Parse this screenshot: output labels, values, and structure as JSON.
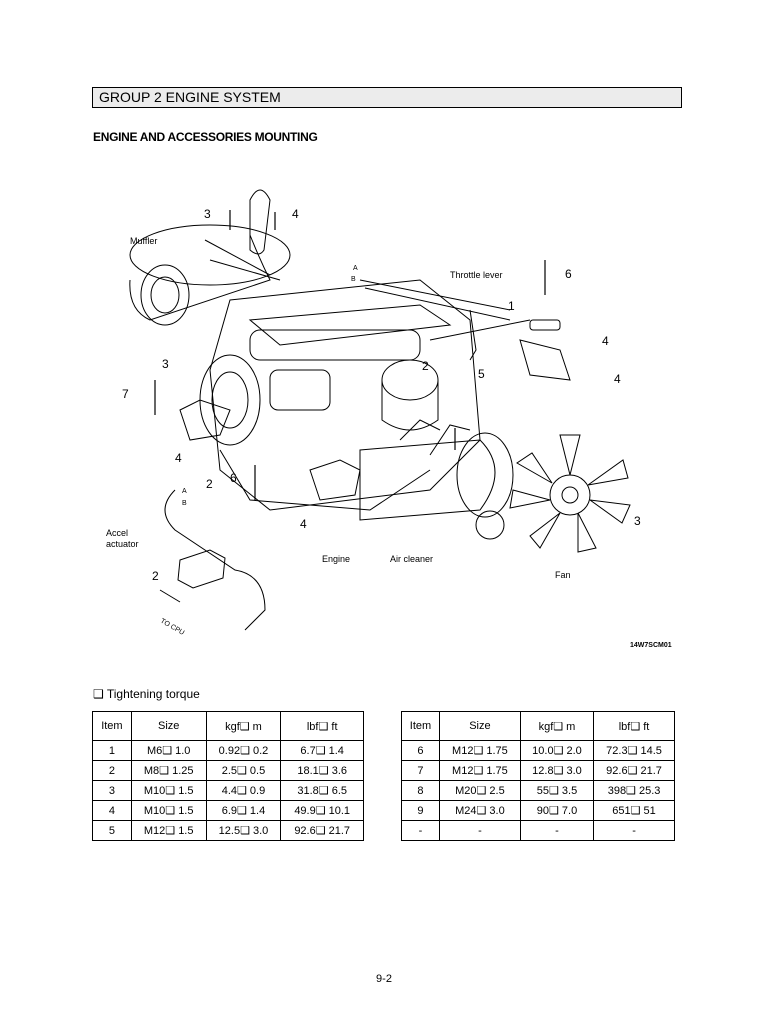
{
  "header": {
    "group_title": "GROUP  2  ENGINE SYSTEM"
  },
  "section": {
    "title": "ENGINE AND ACCESSORIES MOUNTING"
  },
  "diagram": {
    "labels": {
      "muffler": "Muffler",
      "throttle_lever": "Throttle lever",
      "accel_actuator_line1": "Accel",
      "accel_actuator_line2": "actuator",
      "engine": "Engine",
      "air_cleaner": "Air cleaner",
      "fan": "Fan",
      "to_ecu": "TO CPU",
      "a": "A",
      "b": "B"
    },
    "callouts": {
      "c3_top": "3",
      "c4_top": "4",
      "c6_top": "6",
      "c1": "1",
      "c4_r1": "4",
      "c3_left": "3",
      "c7": "7",
      "c2_mid": "2",
      "c5": "5",
      "c4_r2": "4",
      "c4_left": "4",
      "c2_left": "2",
      "c6_mid": "6",
      "c4_bottom": "4",
      "c3_fan": "3",
      "c2_act": "2"
    },
    "figure_code": "14W7SCM01"
  },
  "torque": {
    "heading": "❑ Tightening torque",
    "columns": [
      "Item",
      "Size",
      "kgf❑ m",
      "lbf❑ ft"
    ],
    "left_rows": [
      [
        "1",
        "M6❑ 1.0",
        "0.92❑ 0.2",
        "6.7❑ 1.4"
      ],
      [
        "2",
        "M8❑ 1.25",
        "2.5❑ 0.5",
        "18.1❑ 3.6"
      ],
      [
        "3",
        "M10❑ 1.5",
        "4.4❑ 0.9",
        "31.8❑ 6.5"
      ],
      [
        "4",
        "M10❑ 1.5",
        "6.9❑ 1.4",
        "49.9❑ 10.1"
      ],
      [
        "5",
        "M12❑ 1.5",
        "12.5❑ 3.0",
        "92.6❑ 21.7"
      ]
    ],
    "right_rows": [
      [
        "6",
        "M12❑ 1.75",
        "10.0❑ 2.0",
        "72.3❑ 14.5"
      ],
      [
        "7",
        "M12❑ 1.75",
        "12.8❑ 3.0",
        "92.6❑ 21.7"
      ],
      [
        "8",
        "M20❑ 2.5",
        "55❑ 3.5",
        "398❑ 25.3"
      ],
      [
        "9",
        "M24❑ 3.0",
        "90❑ 7.0",
        "651❑ 51"
      ],
      [
        "-",
        "-",
        "-",
        "-"
      ]
    ]
  },
  "footer": {
    "page_number": "9-2"
  }
}
